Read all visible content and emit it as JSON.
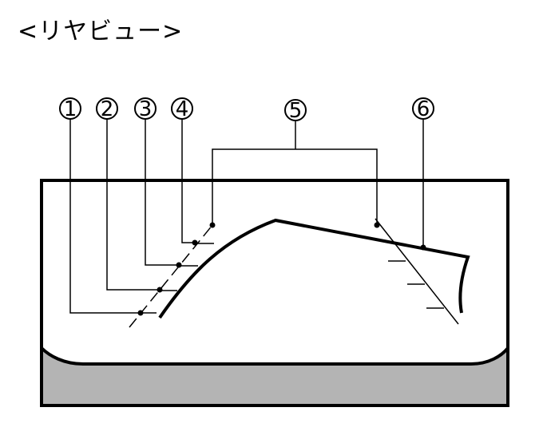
{
  "title": "<リヤビュー>",
  "callouts": [
    {
      "id": 1,
      "label": "1"
    },
    {
      "id": 2,
      "label": "2"
    },
    {
      "id": 3,
      "label": "3"
    },
    {
      "id": 4,
      "label": "4"
    },
    {
      "id": 5,
      "label": "5"
    },
    {
      "id": 6,
      "label": "6"
    }
  ],
  "colors": {
    "line": "#000000",
    "bumper": "#b4b4b4",
    "background": "#ffffff"
  }
}
